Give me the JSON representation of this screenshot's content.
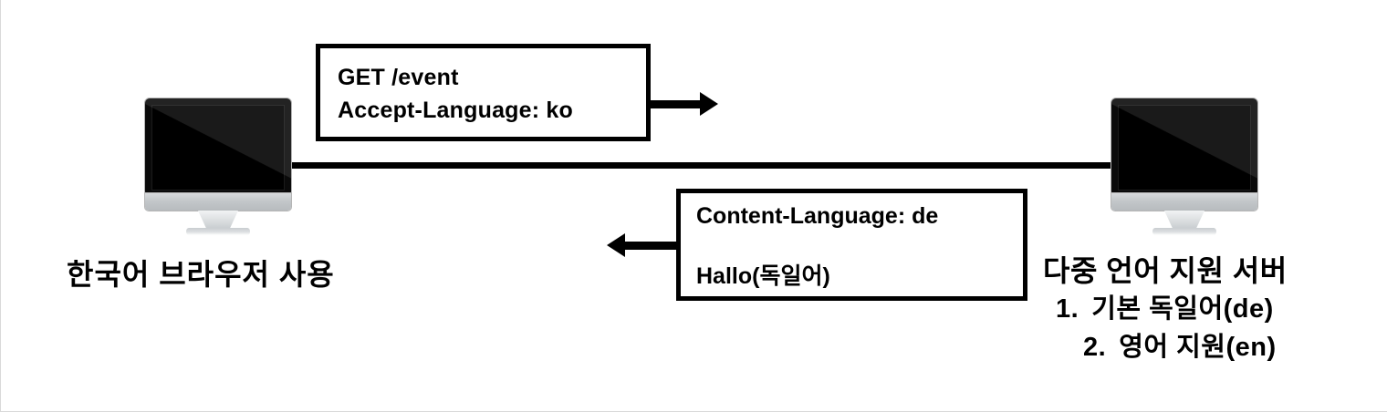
{
  "diagram": {
    "title_hidden": "",
    "background_color": "#ffffff",
    "line_color": "#000000",
    "client": {
      "device_icon": "desktop-monitor-icon",
      "caption": "한국어 브라우저 사용"
    },
    "server": {
      "device_icon": "desktop-monitor-icon",
      "caption_title": "다중 언어 지원 서버",
      "items": [
        {
          "number": "1.",
          "label": "기본 독일어(de)"
        },
        {
          "number": "2.",
          "label": "영어 지원(en)"
        }
      ]
    },
    "request": {
      "arrow_icon": "arrow-right-icon",
      "direction": "client-to-server",
      "lines": [
        "GET /event",
        "Accept-Language: ko"
      ]
    },
    "response": {
      "arrow_icon": "arrow-left-icon",
      "direction": "server-to-client",
      "lines": [
        "Content-Language: de",
        "Hallo(독일어)"
      ]
    }
  }
}
